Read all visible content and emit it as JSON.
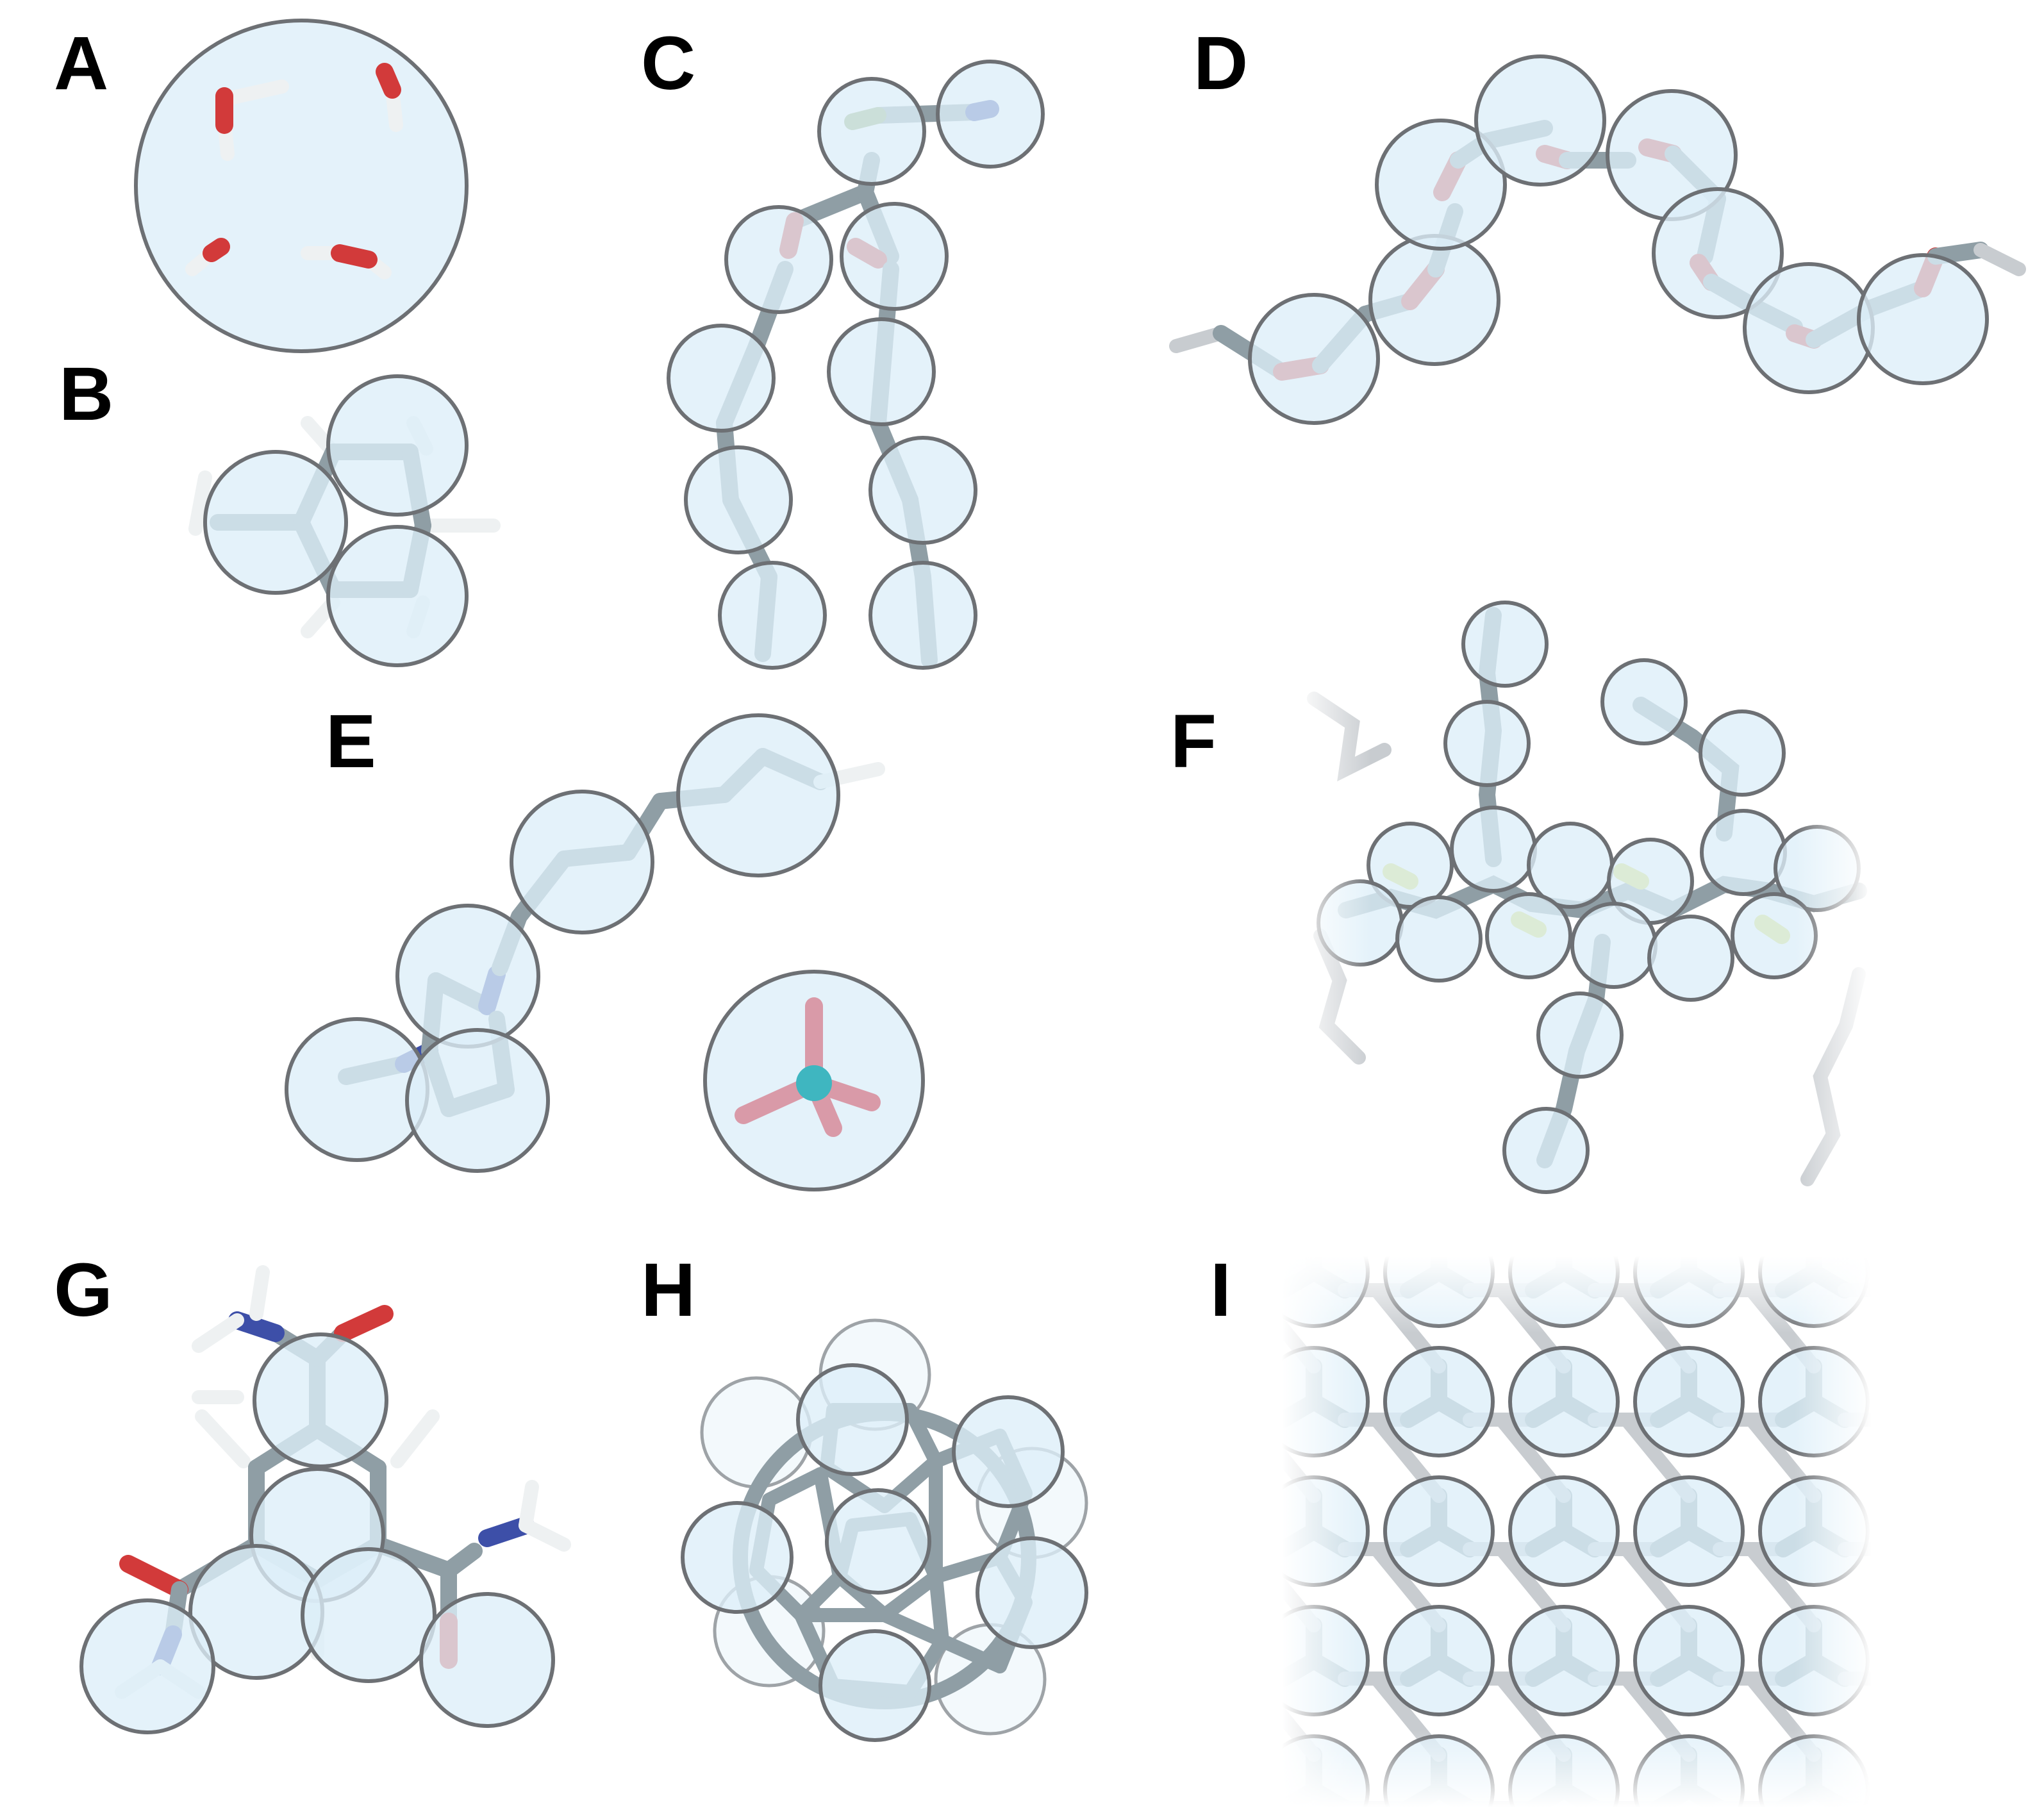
{
  "panels": [
    {
      "id": "A",
      "label": "A"
    },
    {
      "id": "B",
      "label": "B"
    },
    {
      "id": "C",
      "label": "C"
    },
    {
      "id": "D",
      "label": "D"
    },
    {
      "id": "E",
      "label": "E"
    },
    {
      "id": "F",
      "label": "F"
    },
    {
      "id": "G",
      "label": "G"
    },
    {
      "id": "H",
      "label": "H"
    },
    {
      "id": "I",
      "label": "I"
    }
  ],
  "colors": {
    "bead_fill": "#ddeef8",
    "bead_stroke": "#6d7074",
    "carbon": "#8f9ea5",
    "hydrogen": "#eef1f2",
    "oxygen": "#d23a3a",
    "nitrogen": "#3d4fa8",
    "sulfur": "#d8e05a",
    "fluorine": "#d99aa8",
    "boron": "#3fb6c0",
    "phosphorus": "#8fa86a"
  }
}
